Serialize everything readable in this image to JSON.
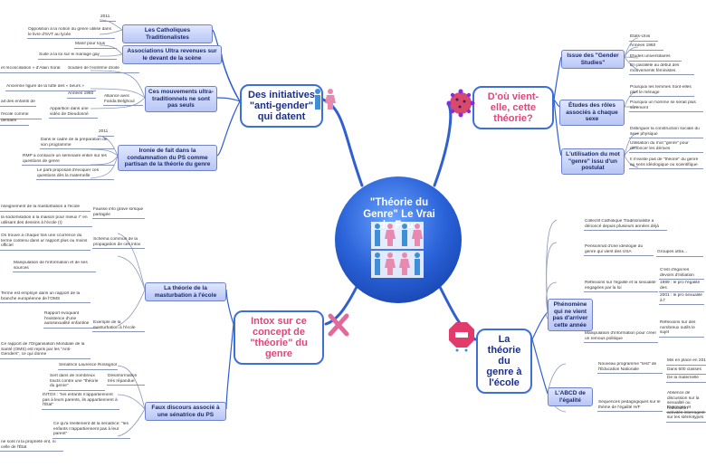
{
  "center": {
    "title": "\"Théorie du Genre\" Le Vrai du Faux"
  },
  "branches": {
    "initiatives": {
      "title": "Des initiatives \"anti-gender\" qui datent",
      "subs": {
        "catholiques": "Les Catholiques Traditionalistes",
        "associations": "Associations Ultra revenues sur le devant de la scène",
        "mouvements": "Ces mouvements ultra-traditionnels ne sont pas seuls",
        "ironie": "Ironie de fait dans la condamnation du PS comme partisan de la théorie du genre"
      },
      "leaves": [
        "2011",
        "Opposition à la notion du genre utilisé dans le livre d'SVT au lycée",
        "Manif pour tous",
        "Suite à la loi sur le mariage gay",
        "et réconciliation » d'Alain Soral",
        "Soutien de l'extrême droite",
        "Ancienne figure de la lutte des « beurs »",
        "Années 1980",
        "ait des enfants de",
        "Alliance avec Farida Belghoul",
        "Apparition dans une vidéo de Dieudonné",
        "l'école comme",
        "dentaire",
        "2011",
        "Dans le cadre de la préparation de son programme",
        "RMP a consacré un séminaire entier sur les questions de genre",
        "Le parti proposait d'évoquer ces questions dès la maternelle"
      ]
    },
    "origine": {
      "title": "D'où vient-elle, cette théorie?",
      "subs": {
        "issue": "Issue des \"Gender Studies\"",
        "etudes": "Études des rôles associés à chaque sexe",
        "utilisation": "L'utilisation du mot \"genre\" issu d'un postulat"
      },
      "leaves": [
        "Etats-Unis",
        "Années 1960",
        "Études universitaires",
        "En parallèle au début des mouvements féministes",
        "Pourquoi les femmes Sont-elles plus le ménage",
        "Pourquoi un homme se serait plus sûrement",
        "Distinguer la construction sociale du sexe physique",
        "Utilisation du mot \"genre\" pour dénoncer les dérives",
        "Il n'existe pas de \"théorie\" du genre au sens idéologique ou scientifique"
      ]
    },
    "masturbation": {
      "title": "Intox sur ce concept de \"théorie\" du genre",
      "subs": {
        "theorie": "La théorie de la masturbation à l'école",
        "faux": "Faux discours associé à une sénatrice du PS"
      },
      "leaves": [
        "nseignement de la masturbation à l'école",
        "Fausse info grave lorsque partagée",
        "la sodomisation à la maison pour mieux r\" en utilisant des dessins à l'école (!)",
        "On trouve à chaque fois une ccurrence du terme contenu dans ur rapport plus ou moins officiel",
        "Schéma commun de la propagation de ces intox",
        "Manipulation de l'information et de ses sources",
        "Terme est employé dans un rapport de la branche européenne de l'OMS",
        "Rapport évoquant l'existence d'une autosexualité enfantine",
        "Exemple de la masturbation à l'école",
        "Ce rapport de l'Organisation Mondiale de la Santé (OMS) est repris par les \"Anti-Genders\", ce qui donne",
        "Sénatrice Laurence Rossignol",
        "Sert dans de nombreux tracts contre une \"théorie du genre\"",
        "Désinformation très répandue",
        "INTOX : \"les enfants n'appartiennent pas à leurs parents, ils appartiennent à l'État\"",
        "Ce qu'a réellement dit la sénatrice: \"les enfants n'appartiennent pas à leur parent\"",
        "ne sont ni la propriété ent, ni celle de l'État"
      ]
    },
    "ecole": {
      "title": "La théorie du genre à l'école",
      "subs": {
        "phenomene": "Phénomène qui ne vient pas d'arriver cette année",
        "abcd": "L'ABCD de l'égalité"
      },
      "leaves": [
        "Collectif Catholique Traditionaliste a dénoncé depuis plusieurs années déjà",
        "Pensionnat d'une idéologie du genre qui vient des USA",
        "Groupes ultra...",
        "Réflexions sur l'égalité et la sexualité engagées par la loi",
        "C'est d'égal les devoirs d'initiation",
        "1989 : le pro l'égalité des",
        "2001 : le pro sexualité à l'",
        "Réflexions sur des nombreux outils le sujet",
        "Manipulation d'information pour créer un remous politique",
        "Nouveau programme \"test\" de l'Éducation Nationale",
        "Mis en place en 2013",
        "Dans 600 classes",
        "De la maternelle",
        "Séquences pédagogiques sur le thème de l'égalité H/F",
        "Absence de discussion sur la sexualité ou l'éducation",
        "Exercices et activités interrogent sur les stéréotypes"
      ]
    }
  },
  "colors": {
    "center_blue": "#1d5bd6",
    "link_blue": "#2f5fd0",
    "pink_accent": "#e0457b",
    "navy_text": "#1b2f8a",
    "pink_figure": "#e88ab0",
    "blue_figure": "#3f8fd8"
  },
  "icons": [
    "male-female-icon",
    "virus-icon",
    "cross-icon",
    "stop-sign-icon",
    "gender-figures-icon"
  ]
}
